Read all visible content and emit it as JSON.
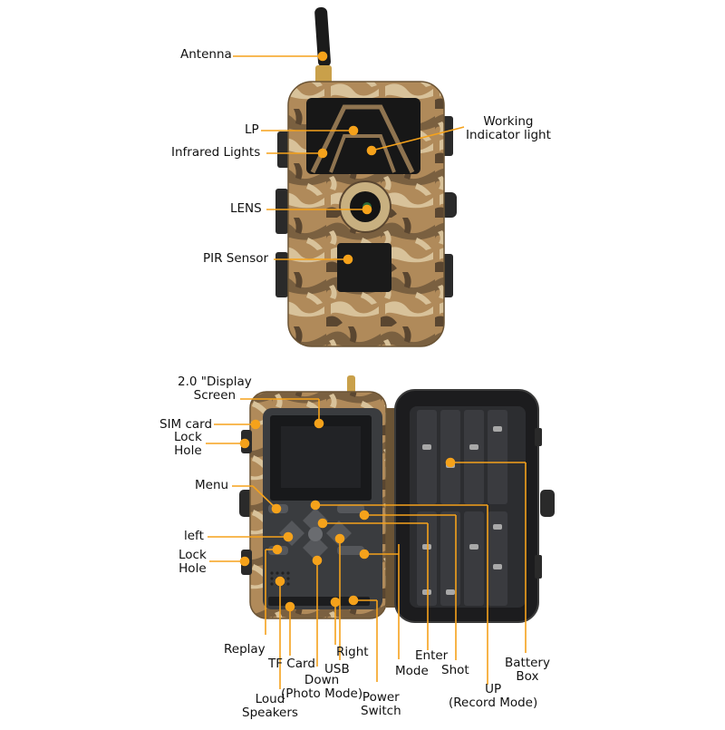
{
  "labels": {
    "antenna": "Antenna",
    "lp": "LP",
    "infrared_lights": "Infrared Lights",
    "working_indicator": "Working\nIndicator light",
    "lens": "LENS",
    "pir_sensor": "PIR Sensor",
    "display_screen": "2.0 \"Display\nScreen",
    "sim_card": "SIM card",
    "lock_hole_top": "Lock\nHole",
    "menu": "Menu",
    "left": "left",
    "lock_hole_bottom": "Lock\nHole",
    "replay": "Replay",
    "tf_card": "TF Card",
    "loud_speakers": "Loud\nSpeakers",
    "down": "Down\n(Photo Mode)",
    "usb": "USB",
    "right": "Right",
    "power_switch": "Power\nSwitch",
    "enter": "Enter",
    "mode": "Mode",
    "shot": "Shot",
    "up": "UP\n(Record Mode)",
    "battery_box": "Battery\nBox"
  },
  "colors": {
    "callout": "#f5a21b",
    "camo_base": "#b08a5a",
    "camo_dark": "#5a4630",
    "camo_light": "#d8c29a",
    "panel": "#3a3c3f",
    "screen": "#1e1f22",
    "battery_tray": "#2c2d30"
  }
}
